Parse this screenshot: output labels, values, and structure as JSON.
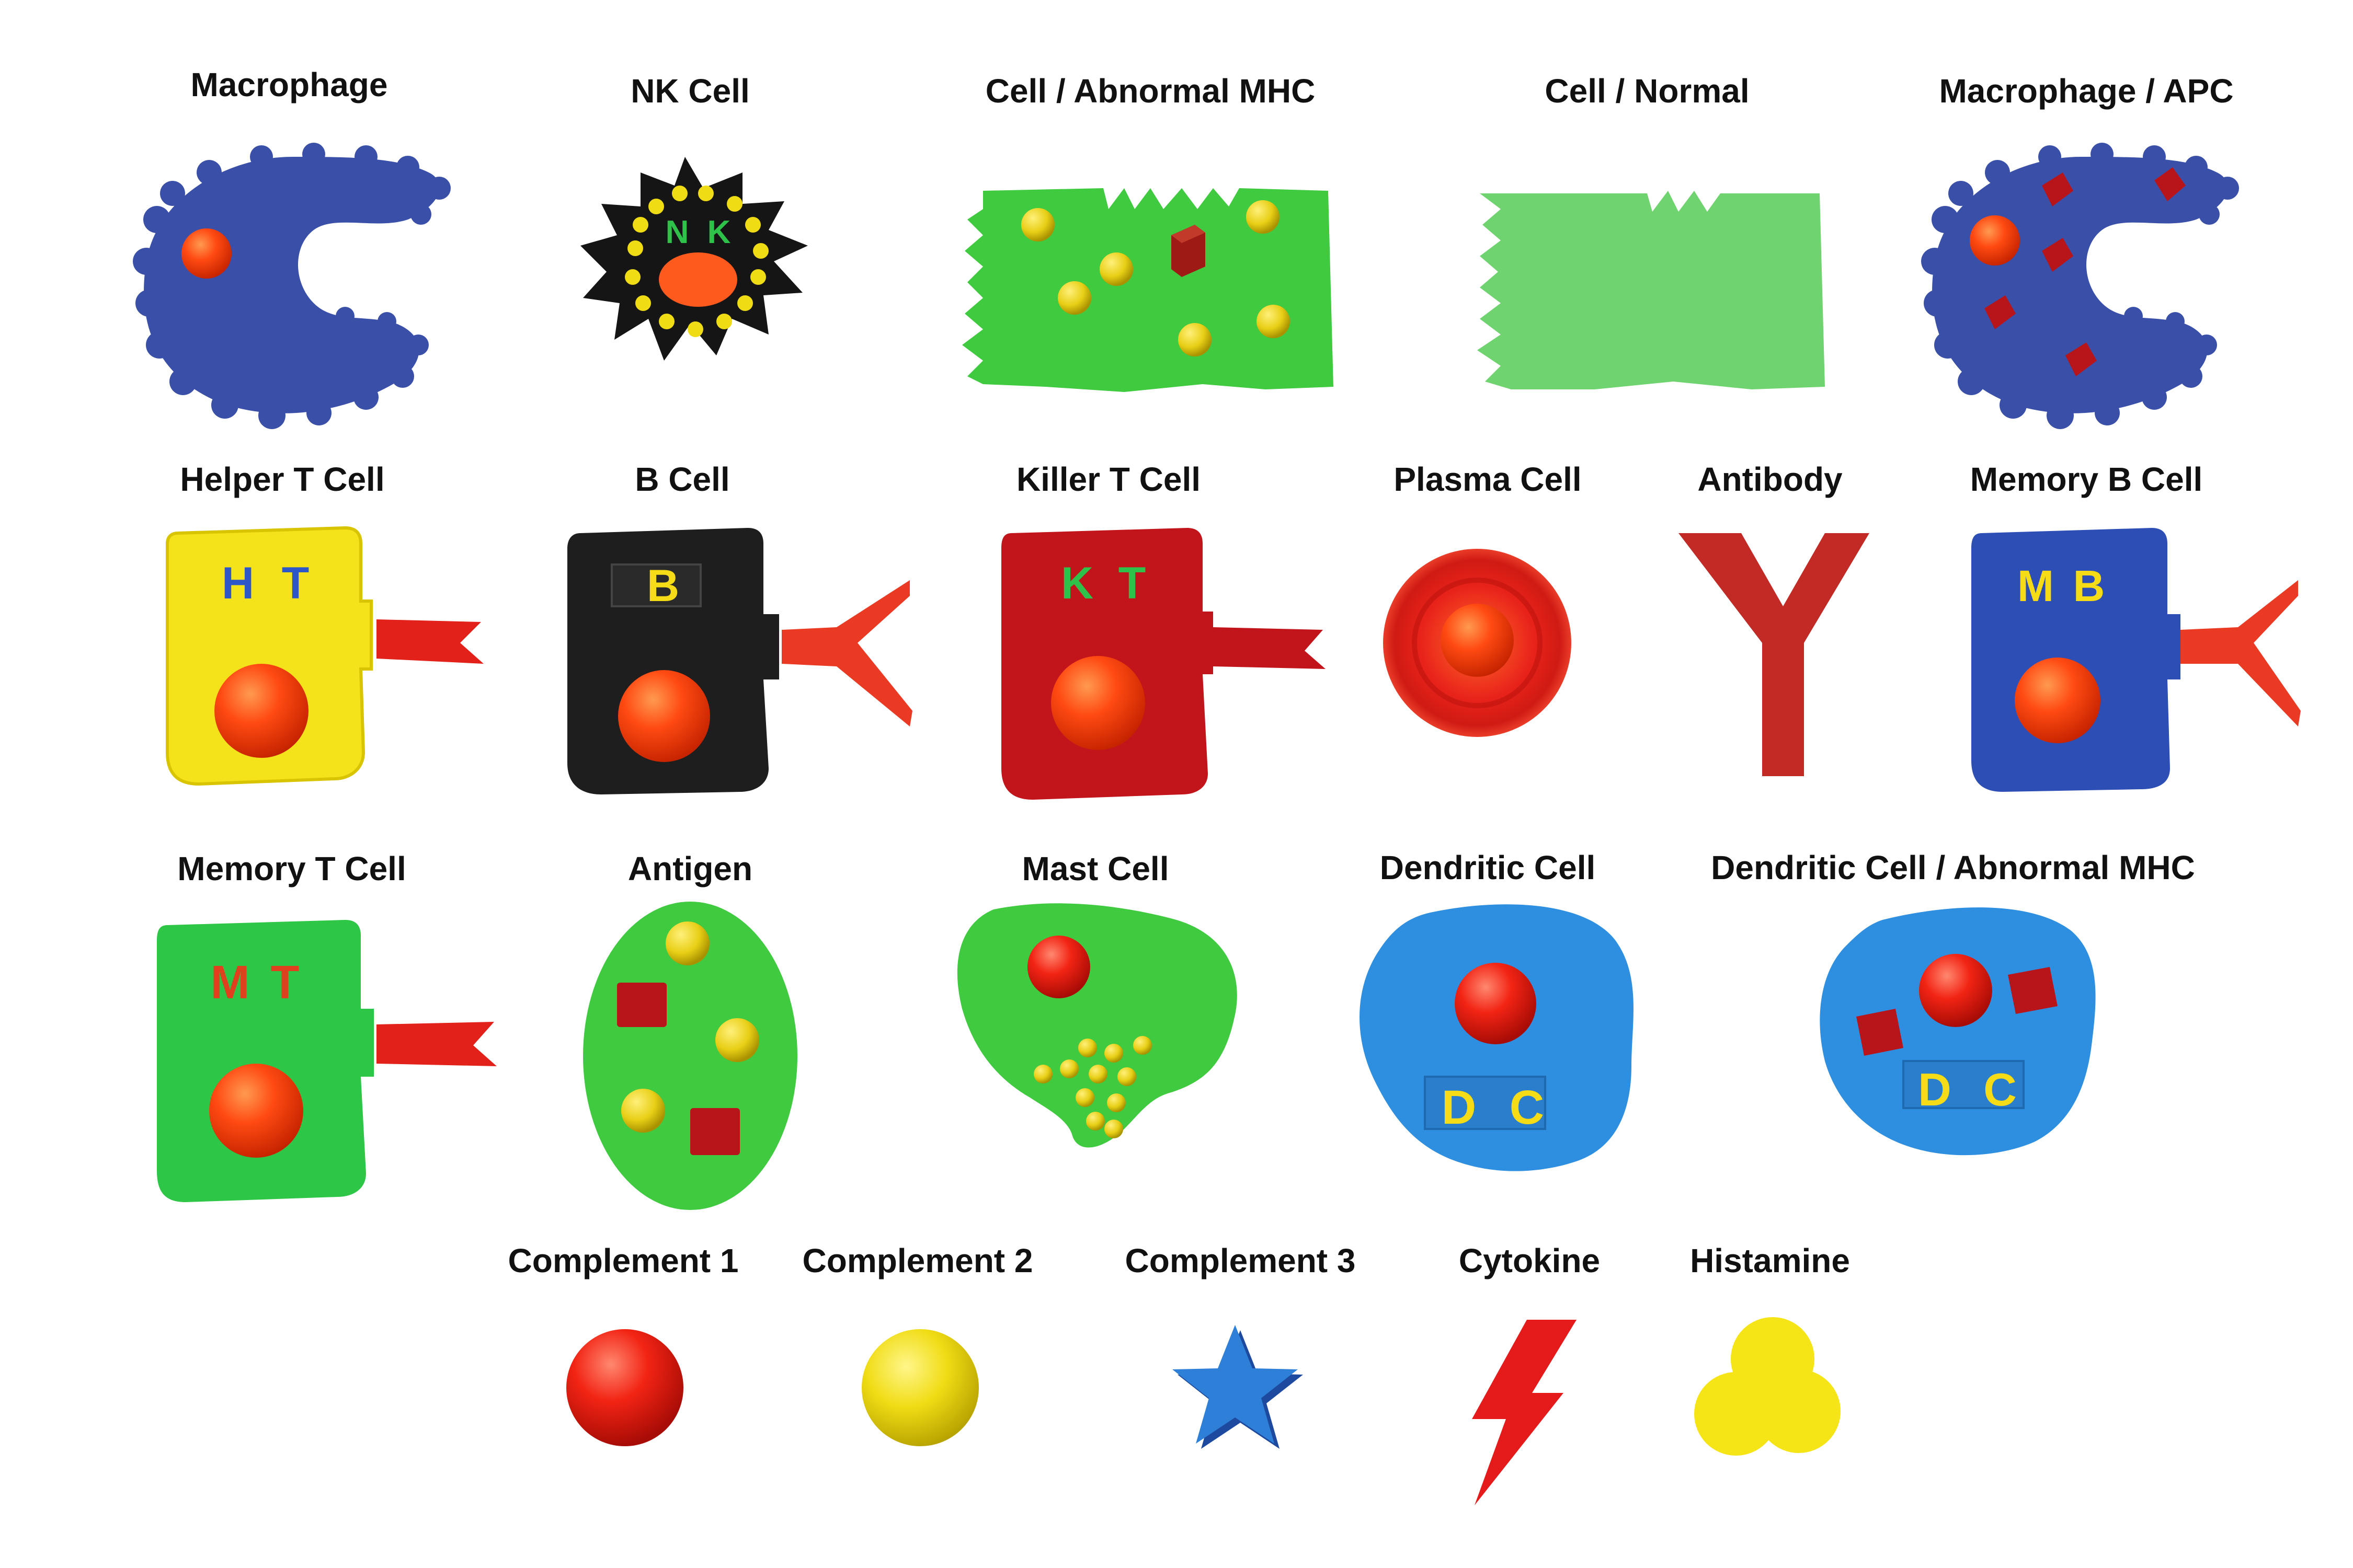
{
  "labels": {
    "macrophage": "Macrophage",
    "nk_cell": "NK Cell",
    "cell_abnormal_mhc": "Cell / Abnormal MHC",
    "cell_normal": "Cell / Normal",
    "macrophage_apc": "Macrophage / APC",
    "helper_t_cell": "Helper T Cell",
    "b_cell": "B Cell",
    "killer_t_cell": "Killer T Cell",
    "plasma_cell": "Plasma Cell",
    "antibody": "Antibody",
    "memory_b_cell": "Memory B Cell",
    "memory_t_cell": "Memory T Cell",
    "antigen": "Antigen",
    "mast_cell": "Mast Cell",
    "dendritic_cell": "Dendritic Cell",
    "dendritic_cell_abnormal_mhc": "Dendritic Cell / Abnormal MHC",
    "complement_1": "Complement 1",
    "complement_2": "Complement 2",
    "complement_3": "Complement 3",
    "cytokine": "Cytokine",
    "histamine": "Histamine"
  },
  "piece_lettering": {
    "nk": [
      "N",
      "K"
    ],
    "ht": [
      "H",
      "T"
    ],
    "b": [
      "B"
    ],
    "kt": [
      "K",
      "T"
    ],
    "mb": [
      "M",
      "B"
    ],
    "mt": [
      "M",
      "T"
    ],
    "dc": [
      "D",
      "C"
    ],
    "dc2": [
      "D",
      "C"
    ]
  },
  "colors": {
    "macrophage_blue": "#3a4fa8",
    "cell_green": "#3fca3f",
    "cell_green_light": "#6fd36f",
    "helper_yellow": "#f4e21a",
    "b_black": "#1e1e1e",
    "killer_red": "#c2151b",
    "memory_b_blue": "#2d4fb5",
    "memory_t_green": "#2ec646",
    "dendritic_blue": "#2e8fe0",
    "nucleus_orange": "#ff4b14",
    "antigen_yellow": "#f2d81a",
    "mhc_red": "#c0171d",
    "receptor_red": "#e03a24",
    "letter_blue": "#2d56c8",
    "letter_yellow": "#f5dc16",
    "letter_green": "#2ec24a",
    "letter_red": "#e0401e"
  }
}
